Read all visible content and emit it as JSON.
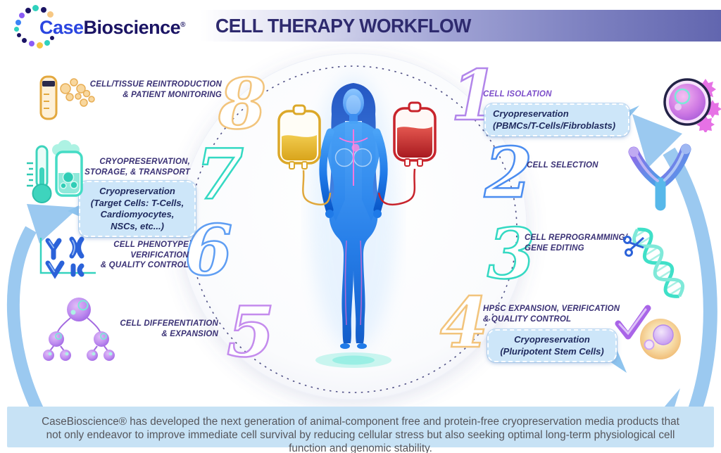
{
  "header": {
    "brand_case": "Case",
    "brand_rest": "Bioscience",
    "registered": "®",
    "title": "CELL THERAPY WORKFLOW"
  },
  "steps": [
    {
      "number": "1",
      "lines": [
        "CELL ISOLATION"
      ],
      "number_color": "#b286ea"
    },
    {
      "number": "2",
      "lines": [
        "CELL SELECTION"
      ],
      "number_color": "#4b8df0"
    },
    {
      "number": "3",
      "lines": [
        "CELL REPROGRAMMING/",
        "GENE EDITING"
      ],
      "number_color": "#35d9c3"
    },
    {
      "number": "4",
      "lines": [
        "HPSC EXPANSION, VERIFICATION",
        "& QUALITY CONTROL"
      ],
      "number_color": "#f2c47c"
    },
    {
      "number": "5",
      "lines": [
        "CELL DIFFERENTIATION",
        "& EXPANSION"
      ],
      "number_color": "#c48ced"
    },
    {
      "number": "6",
      "lines": [
        "CELL PHENOTYPE",
        "VERIFICATION",
        "& QUALITY CONTROL"
      ],
      "number_color": "#5f9ef3"
    },
    {
      "number": "7",
      "lines": [
        "CRYOPRESERVATION,",
        "STORAGE, & TRANSPORT"
      ],
      "number_color": "#35d9c3"
    },
    {
      "number": "8",
      "lines": [
        "CELL/TISSUE REINTRODUCTION",
        "& PATIENT MONITORING"
      ],
      "number_color": "#f2c47c"
    }
  ],
  "callouts": {
    "box1": {
      "lines": [
        "Cryopreservation",
        "(PBMCs/T-Cells/Fibroblasts)"
      ]
    },
    "box4": {
      "lines": [
        "Cryopreservation",
        "(Pluripotent Stem Cells)"
      ]
    },
    "box7": {
      "lines": [
        "Cryopreservation",
        "(Target Cells: T-Cells,",
        "Cardiomyocytes,",
        "NSCs, etc...)"
      ]
    }
  },
  "icons": {
    "left": [
      "vial-cells-icon",
      "cryo-storage-icon",
      "phenotype-antibodies-icon",
      "cell-differentiation-icon"
    ],
    "right": [
      "fibroblast-cell-icon",
      "antibody-icon",
      "gene-editing-dna-icon",
      "stem-cell-check-icon"
    ],
    "center": [
      "human-body-figure",
      "plasma-bag-icon",
      "blood-bag-icon"
    ]
  },
  "footer": {
    "text": "CaseBioscience® has developed the next generation of animal-component free and protein-free cryopreservation media products that not only endeavor to improve immediate cell survival by reducing cellular stress but also seeking optimal long-term physiological cell function and genomic stability."
  },
  "colors": {
    "banner_purple": "#6266af",
    "title_navy": "#2e2a6e",
    "brand_blue": "#2b46e0",
    "brand_navy": "#1b1464",
    "label_indigo": "#3a3175",
    "label_purple": "#7b4cc9",
    "box_fill": "#cde6f9",
    "footer_fill": "#c7e2f5",
    "arrow_blue": "#9bc9f0",
    "teal": "#35d9c3",
    "orange": "#f2c47c",
    "blue": "#4b8df0",
    "purple": "#b286ea",
    "gold_bag": "#dca829",
    "red_bag": "#c8242c",
    "body_blue": "#0a57c8",
    "logo_dots": [
      "#1b1464",
      "#2fd1bd",
      "#f7c884",
      "#8b5cf6",
      "#3b82f6",
      "#f5c542"
    ]
  }
}
